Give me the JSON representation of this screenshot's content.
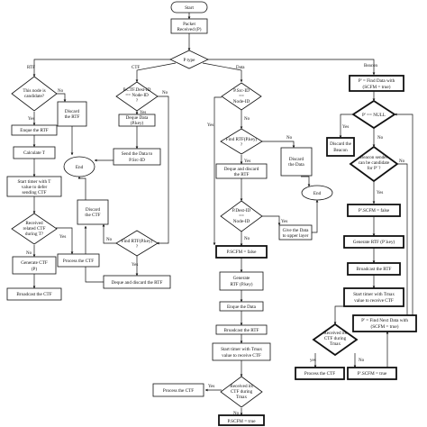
{
  "flowchart": {
    "start": "Start",
    "packet_received": [
      "Packet",
      "Received (P)"
    ],
    "p_type": "P type",
    "branches": {
      "rtf": "RTF",
      "ctf": "CTF",
      "data": "Data",
      "beacon": "Beacon"
    },
    "rtf_branch": {
      "candidate_q": [
        "This node is",
        "candidate?"
      ],
      "discard_rtf": [
        "Discard",
        "the RTF"
      ],
      "enque_rtf": "Enque the RTF",
      "calculate_t": "Calculate T",
      "start_timer_t": [
        "Start timer with T",
        "value to defer",
        "sending CTF"
      ],
      "received_ctf_q": [
        "Received",
        "related CTF",
        "during T?"
      ],
      "generate_ctf": [
        "Generate CTF",
        "(P)"
      ],
      "process_ctf": "Process the CTF",
      "broadcast_ctf": "Broadcast the CTF"
    },
    "ctf_branch": {
      "ctf_dest_q": [
        "P.CTF.Dest-ID",
        "== Node-ID",
        "?"
      ],
      "deque_data": [
        "Deque Data",
        "(P.key)"
      ],
      "send_data": [
        "Send the Data to",
        "P.Src-ID"
      ],
      "end": "End",
      "discard_ctf": [
        "Discard",
        "the CTF"
      ],
      "find_rtf_q": [
        "Find RTF(P.key)",
        "?"
      ],
      "deque_discard_rtf": "Deque and discard the RTF"
    },
    "data_branch": {
      "src_id_q": [
        "P.Src-ID",
        "==",
        "Node-ID"
      ],
      "find_rtf_q": [
        "Find RTF(P.key)",
        "?"
      ],
      "discard_data": [
        "Discard",
        "the Data"
      ],
      "deque_discard_rtf": [
        "Deque and discard",
        "the RTF"
      ],
      "dest_id_q": [
        "P.Dest-ID",
        "==",
        "Node-ID"
      ],
      "give_data": [
        "Give the Data",
        "to upper layer"
      ],
      "end": "End",
      "p_scfm_false": "P.SCFM = false",
      "generate_rtf": [
        "Generate",
        "RTF (P.key)"
      ],
      "enque_data": "Enque the Data",
      "broadcast_rtf": "Broadcast the RTF",
      "start_timer_tmax": [
        "Start timer with Tmax",
        "value to receive CTF"
      ],
      "received_ctf_tmax_q": [
        "Received its",
        "CTF during",
        "Tmax"
      ],
      "process_ctf": "Process the CTF",
      "p_scfm_true": "P.SCFM = true"
    },
    "beacon_branch": {
      "find_data": [
        "P' = Find Data with",
        "(SCFM = true)"
      ],
      "p_null_q": "P' == NULL",
      "discard_beacon": [
        "Discard the",
        "Beacon"
      ],
      "beacon_sender_q": [
        "Beacon sender",
        "can be candidate",
        "for P' ?"
      ],
      "p_scfm_false": "P'.SCFM = false",
      "generate_rtf": "Generate RTF (P'.key)",
      "broadcast_rtf": "Broadcast the RTF",
      "start_timer_tmax": [
        "Start timer with Tmax",
        "value to receive CTF"
      ],
      "find_next_data": [
        "P' = Find Next Data with",
        "(SCFM = true)"
      ],
      "received_ctf_tmax_q": [
        "Received its",
        "CTF during",
        "Tmax"
      ],
      "process_ctf": "Process the CTF",
      "p_scfm_true": "P'.SCFM = true"
    },
    "edge_labels": {
      "yes": "Yes",
      "no": "No",
      "yes_lower": "yes"
    }
  }
}
